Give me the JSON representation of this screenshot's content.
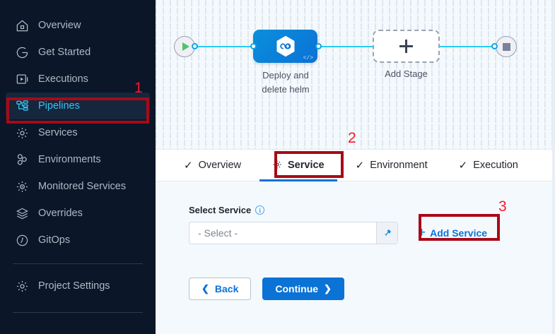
{
  "sidebar": {
    "items": [
      {
        "id": "overview",
        "label": "Overview",
        "icon": "home-icon",
        "active": false
      },
      {
        "id": "get-started",
        "label": "Get Started",
        "icon": "rocket-circle-icon",
        "active": false
      },
      {
        "id": "executions",
        "label": "Executions",
        "icon": "play-box-icon",
        "active": false
      },
      {
        "id": "pipelines",
        "label": "Pipelines",
        "icon": "pipeline-icon",
        "active": true
      },
      {
        "id": "services",
        "label": "Services",
        "icon": "gear-icon",
        "active": false
      },
      {
        "id": "environments",
        "label": "Environments",
        "icon": "environments-icon",
        "active": false
      },
      {
        "id": "monitored-services",
        "label": "Monitored Services",
        "icon": "monitored-gear-icon",
        "active": false
      },
      {
        "id": "overrides",
        "label": "Overrides",
        "icon": "layers-icon",
        "active": false
      },
      {
        "id": "gitops",
        "label": "GitOps",
        "icon": "gitops-icon",
        "active": false
      }
    ],
    "settings": {
      "id": "project-settings",
      "label": "Project Settings",
      "icon": "gear-icon"
    },
    "colors": {
      "bg": "#0b1628",
      "active_bg": "#16263d",
      "active_text": "#33c5f3",
      "text": "#b0b8c4"
    }
  },
  "canvas": {
    "start_node": {
      "name": "pipeline-start-node",
      "icon": "play-icon"
    },
    "end_node": {
      "name": "pipeline-end-node",
      "icon": "stop-icon"
    },
    "stage": {
      "label": "Deploy and delete helm",
      "label_line1": "Deploy and",
      "label_line2": "delete helm",
      "icon": "harness-hexagon-icon",
      "code_badge": "</>",
      "color": "#0b72d6"
    },
    "add_stage": {
      "label": "Add Stage",
      "icon": "plus-icon"
    }
  },
  "tabs": [
    {
      "id": "overview",
      "label": "Overview",
      "icon": "check-icon",
      "active": false
    },
    {
      "id": "service",
      "label": "Service",
      "icon": "gear-icon",
      "active": true
    },
    {
      "id": "environment",
      "label": "Environment",
      "icon": "check-icon",
      "active": false
    },
    {
      "id": "execution",
      "label": "Execution",
      "icon": "check-icon",
      "active": false
    }
  ],
  "form": {
    "select_service": {
      "label": "Select Service",
      "info_icon": "info-icon",
      "value": "- Select -",
      "placeholder": "- Select -",
      "pin_icon": "pin-icon"
    },
    "add_service": {
      "label": "Add Service",
      "icon": "plus-icon"
    },
    "buttons": {
      "back": {
        "label": "Back",
        "icon": "chevron-left-icon"
      },
      "continue": {
        "label": "Continue",
        "icon": "chevron-right-icon"
      }
    }
  },
  "annotations": [
    {
      "id": "1",
      "number": "1",
      "target": "sidebar-item-pipelines"
    },
    {
      "id": "2",
      "number": "2",
      "target": "tab-service"
    },
    {
      "id": "3",
      "number": "3",
      "target": "add-service-button"
    }
  ],
  "colors": {
    "accent_blue": "#0b72d6",
    "cyan": "#29cbf3",
    "annotation_red": "#a80a17",
    "annotation_number_red": "#f8172b",
    "content_bg": "#f4f9fd"
  }
}
